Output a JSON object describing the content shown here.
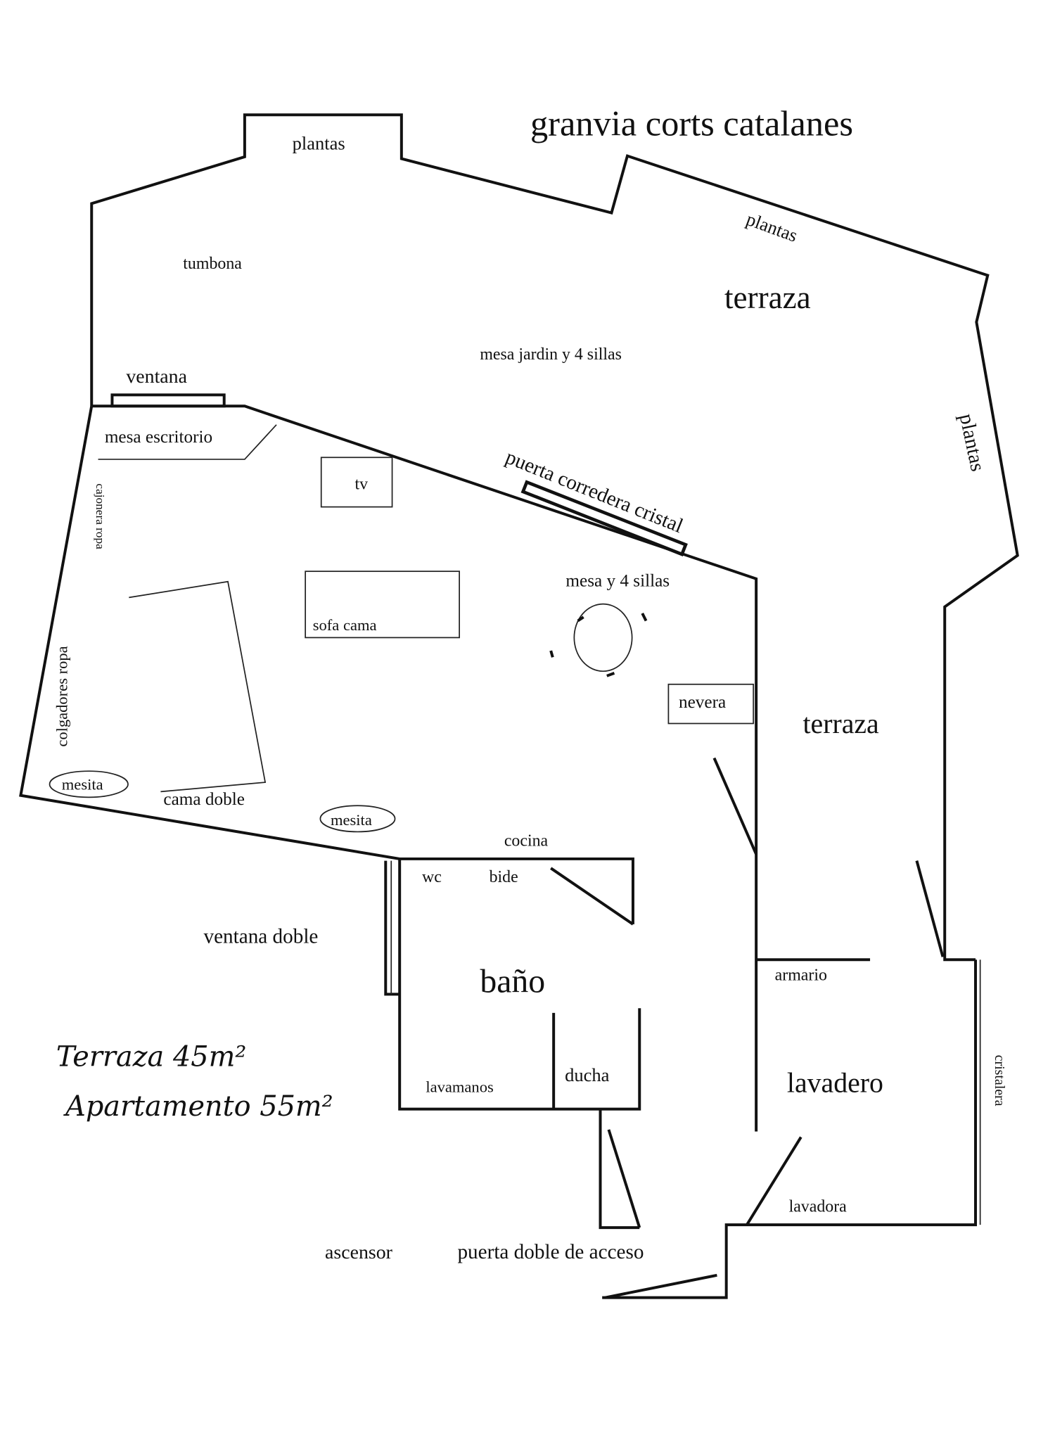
{
  "title": "granvia corts catalanes",
  "labels": {
    "plantas_top": "plantas",
    "plantas_diag": "plantas",
    "plantas_right": "plantas",
    "tumbona": "tumbona",
    "terraza_top": "terraza",
    "mesa_jardin": "mesa jardin y 4 sillas",
    "ventana": "ventana",
    "mesa_escritorio": "mesa escritorio",
    "tv": "tv",
    "puerta_corredera": "puerta corredera cristal",
    "cajonera_ropa": "cajonera ropa",
    "mesa_sillas": "mesa y 4 sillas",
    "sofa_cama": "sofa cama",
    "colgadores_ropa": "colgadores ropa",
    "nevera": "nevera",
    "terraza_right": "terraza",
    "mesita_1": "mesita",
    "cama_doble": "cama doble",
    "mesita_2": "mesita",
    "cocina": "cocina",
    "wc": "wc",
    "bide": "bide",
    "ventana_doble": "ventana doble",
    "bano": "baño",
    "armario": "armario",
    "lavamanos": "lavamanos",
    "ducha": "ducha",
    "lavadero": "lavadero",
    "cristalera": "cristalera",
    "lavadora": "lavadora",
    "ascensor": "ascensor",
    "puerta_acceso": "puerta doble de acceso"
  },
  "notes": {
    "terraza_area": "Terraza 45m²",
    "apartamento_area": "Apartamento 55m²"
  }
}
